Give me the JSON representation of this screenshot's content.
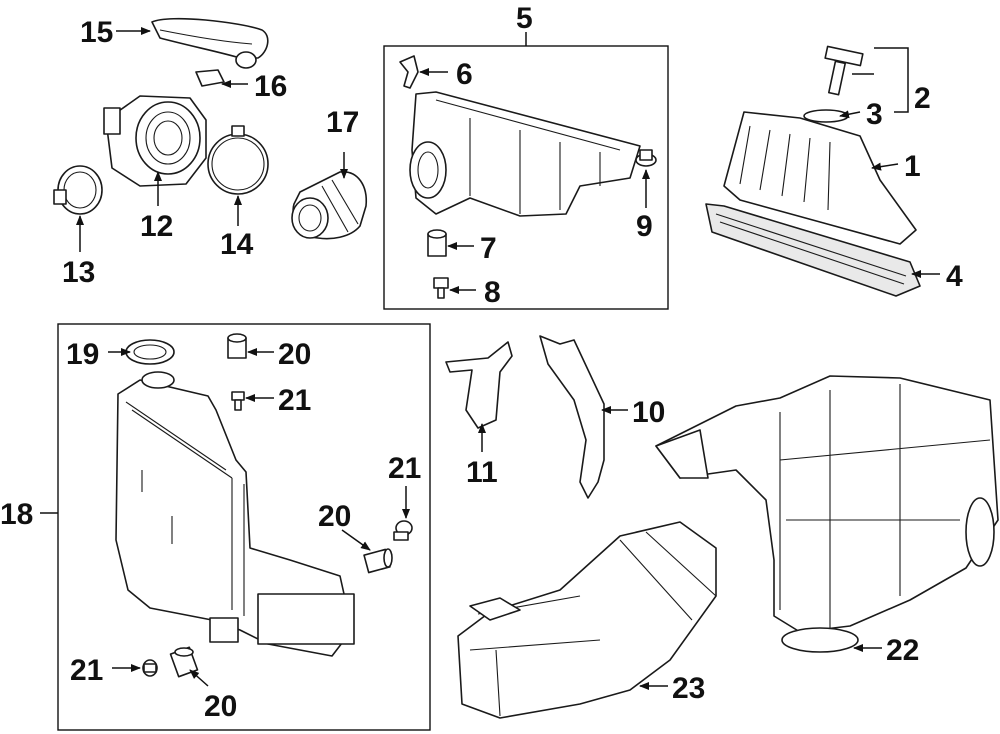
{
  "diagram": {
    "labels": {
      "p1": "1",
      "p2": "2",
      "p3": "3",
      "p4": "4",
      "p5": "5",
      "p6": "6",
      "p7": "7",
      "p8": "8",
      "p9": "9",
      "p10": "10",
      "p11": "11",
      "p12": "12",
      "p13": "13",
      "p14": "14",
      "p15": "15",
      "p16": "16",
      "p17": "17",
      "p18": "18",
      "p19": "19",
      "p20a": "20",
      "p20b": "20",
      "p20c": "20",
      "p21a": "21",
      "p21b": "21",
      "p21c": "21",
      "p22": "22",
      "p23": "23"
    }
  }
}
